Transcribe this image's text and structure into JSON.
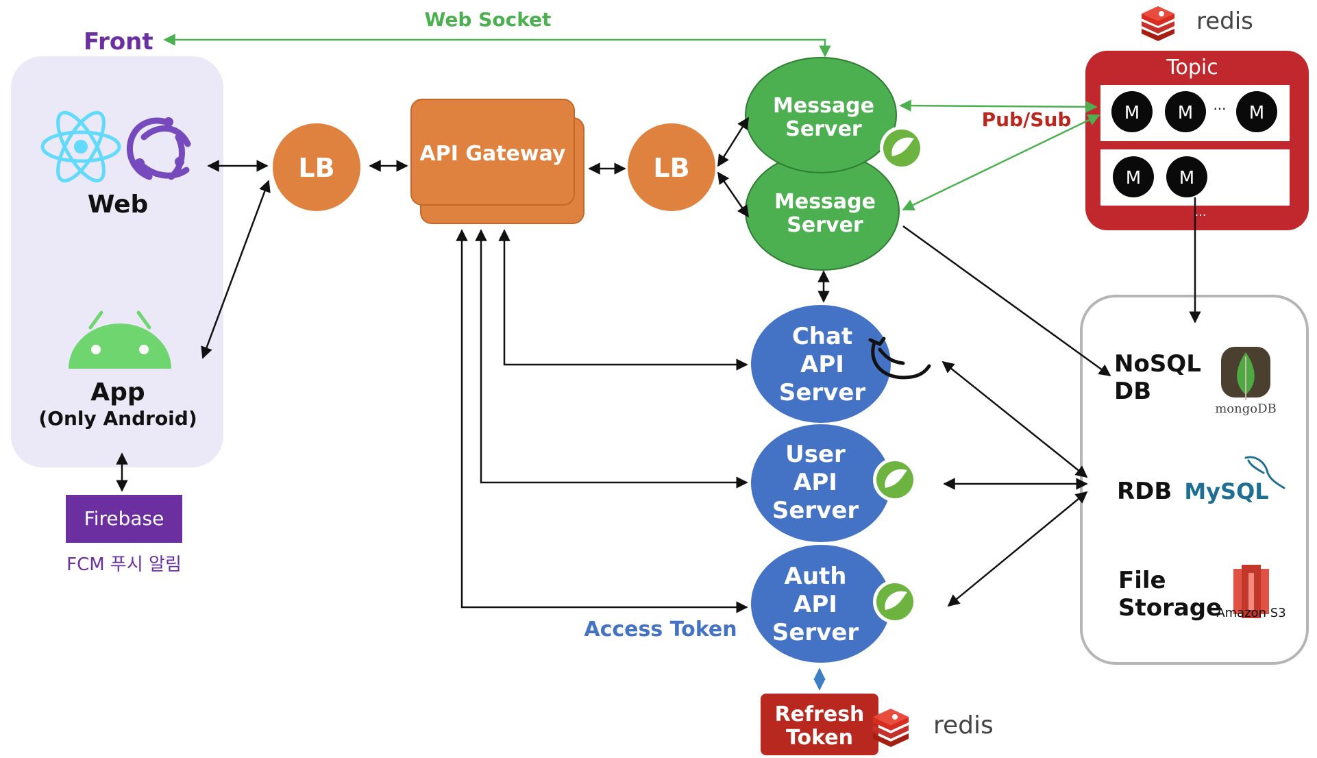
{
  "front": {
    "title": "Front",
    "web_label": "Web",
    "app_label": "App",
    "app_sub": "(Only Android)",
    "firebase_label": "Firebase",
    "fcm_label": "FCM 푸시 알림"
  },
  "edges": {
    "web_socket": "Web Socket",
    "pub_sub": "Pub/Sub",
    "access_token": "Access Token"
  },
  "lb": [
    "LB",
    "LB"
  ],
  "gateway": {
    "label": "API Gateway"
  },
  "message_servers": [
    {
      "line1": "Message",
      "line2": "Server"
    },
    {
      "line1": "Message",
      "line2": "Server"
    }
  ],
  "api_servers": [
    {
      "line1": "Chat",
      "line2": "API",
      "line3": "Server"
    },
    {
      "line1": "User",
      "line2": "API",
      "line3": "Server"
    },
    {
      "line1": "Auth",
      "line2": "API",
      "line3": "Server"
    }
  ],
  "refresh_token": {
    "line1": "Refresh",
    "line2": "Token"
  },
  "redis": {
    "logo_text": "redis"
  },
  "topic": {
    "title": "Topic",
    "row1": [
      "M",
      "M",
      "M"
    ],
    "row1_ellipsis": "···",
    "row2": [
      "M",
      "M"
    ],
    "below_ellipsis": "···"
  },
  "storage": {
    "nosql_line1": "NoSQL",
    "nosql_line2": "DB",
    "mongodb_text": "mongoDB",
    "rdb": "RDB",
    "mysql_text": "MySQL",
    "file_line1": "File",
    "file_line2": "Storage",
    "s3_text": "Amazon S3"
  },
  "colors": {
    "front_purple": "#6b2fa0",
    "orange": "#e0823f",
    "green": "#3a9a3a",
    "blue": "#4472c4",
    "redis_red": "#c0282d",
    "edge_green": "#4caf50",
    "access_blue": "#4472c4"
  }
}
